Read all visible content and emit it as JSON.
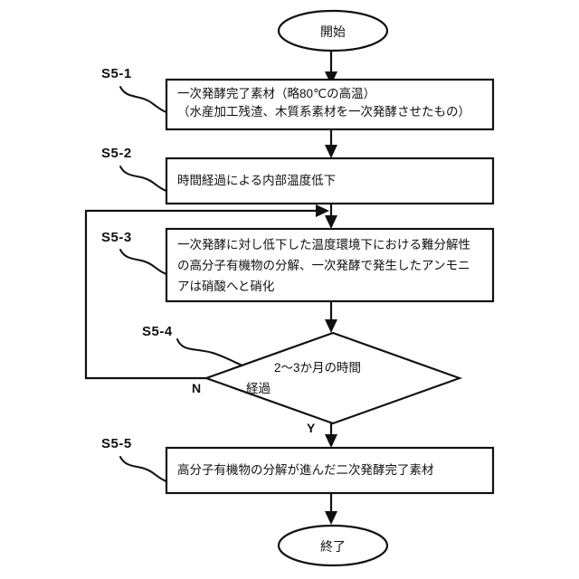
{
  "diagram": {
    "type": "flowchart",
    "orientation": "top-to-bottom",
    "start": {
      "label": "開始"
    },
    "end": {
      "label": "終了"
    },
    "steps": [
      {
        "id": "S5-1",
        "step_label": "S5-1",
        "shape": "process",
        "lines": [
          "一次発酵完了素材（略80℃の高温）",
          "（水産加工残渣、木質系素材を一次発酵させたもの）"
        ]
      },
      {
        "id": "S5-2",
        "step_label": "S5-2",
        "shape": "process",
        "lines": [
          "時間経過による内部温度低下"
        ]
      },
      {
        "id": "S5-3",
        "step_label": "S5-3",
        "shape": "process",
        "lines": [
          "一次発酵に対し低下した温度環境下における難分解性",
          "の高分子有機物の分解、一次発酵で発生したアンモニ",
          "アは硝酸へと硝化"
        ]
      },
      {
        "id": "S5-4",
        "step_label": "S5-4",
        "shape": "decision",
        "lines": [
          "2～3か月の時間",
          "経過"
        ],
        "branch_yes": "Y",
        "branch_no": "N"
      },
      {
        "id": "S5-5",
        "step_label": "S5-5",
        "shape": "process",
        "lines": [
          "高分子有機物の分解が進んだ二次発酵完了素材"
        ]
      }
    ],
    "colors": {
      "stroke": "#111111",
      "fill": "#ffffff",
      "text": "#111111"
    }
  }
}
